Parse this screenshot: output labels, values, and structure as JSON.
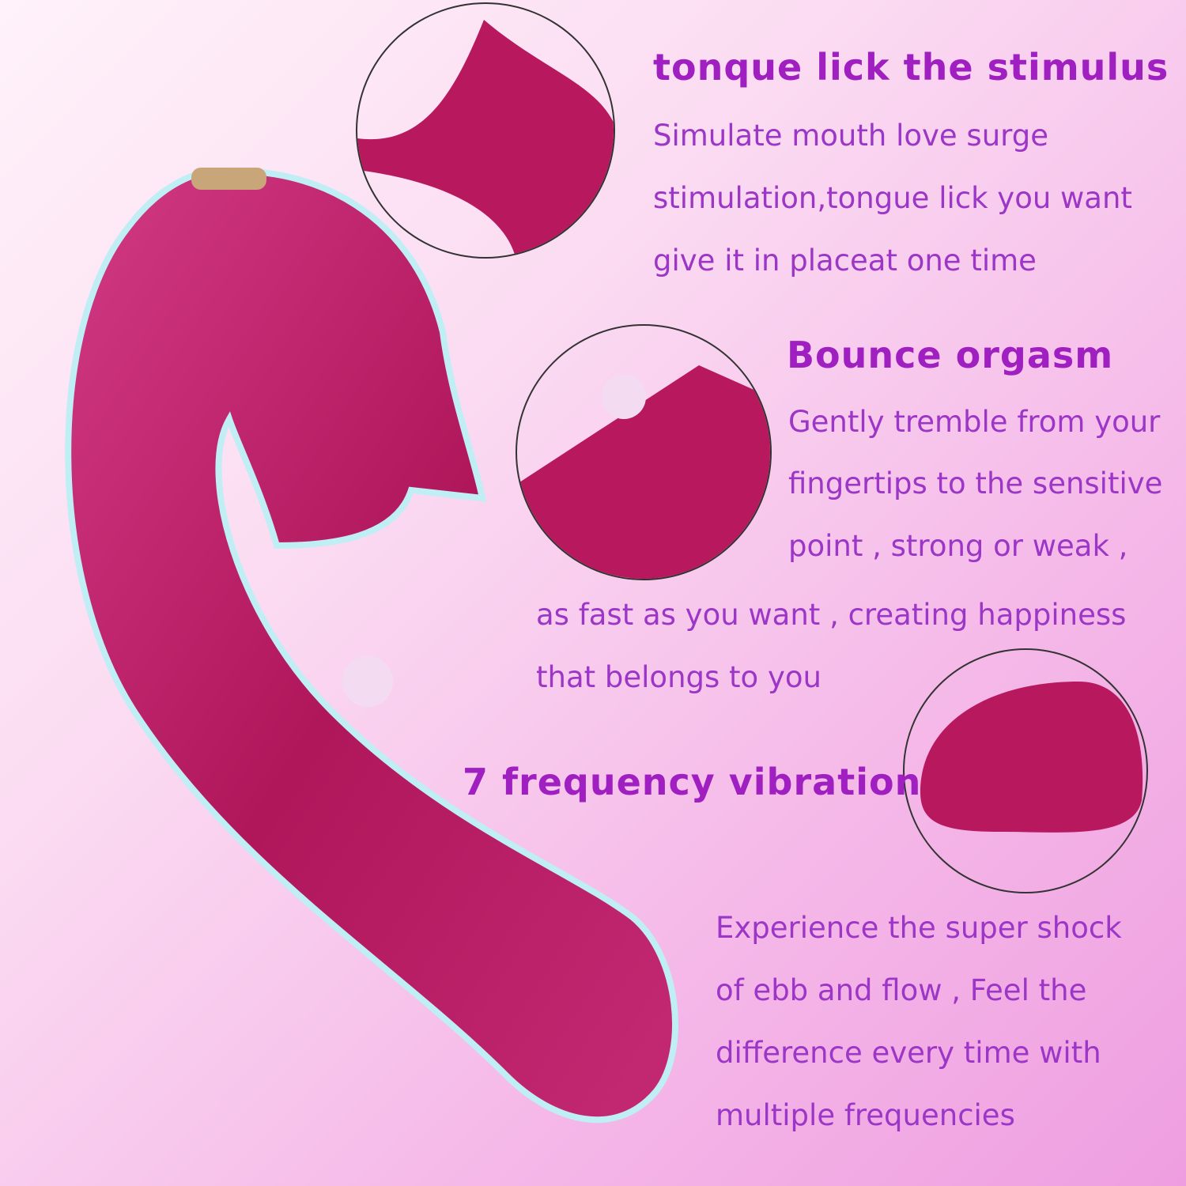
{
  "section1": {
    "title": "tonque lick the stimulus",
    "lines": [
      "Simulate mouth love surge",
      "stimulation,tongue lick you want",
      "give it in placeat one time"
    ]
  },
  "section2": {
    "title": "Bounce orgasm",
    "lines": [
      "Gently tremble from your",
      "fingertips to the sensitive",
      "point , strong or weak ,",
      "as fast as you want , creating happiness",
      "that belongs to you"
    ]
  },
  "section3": {
    "title": "7 frequency vibration",
    "lines": [
      "Experience the super shock",
      "of ebb and flow , Feel the",
      "difference every time with",
      "multiple frequencies"
    ]
  },
  "colors": {
    "product": "#b8185e",
    "heading": "#a01fc0",
    "body": "#9b36c6"
  }
}
